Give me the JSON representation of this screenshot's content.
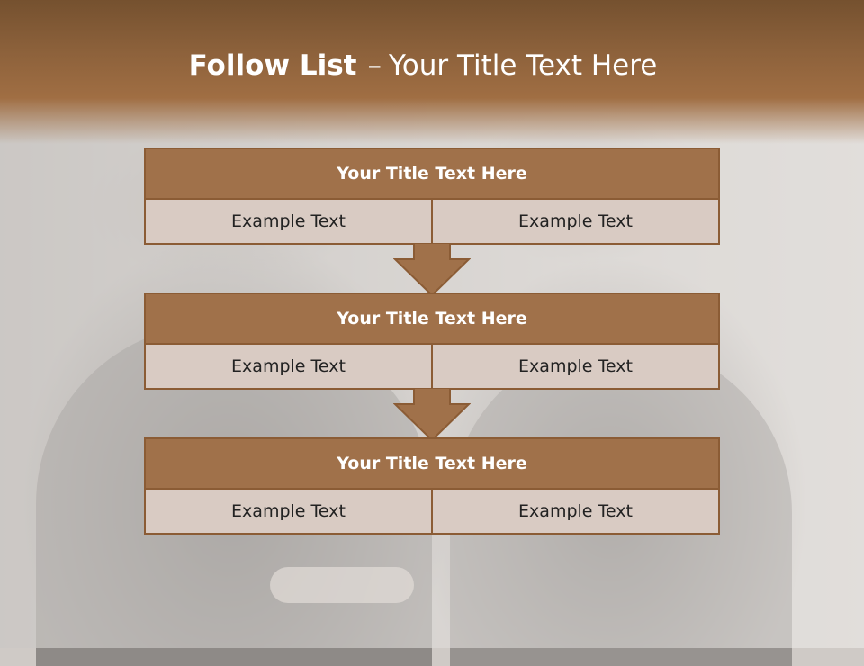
{
  "slide": {
    "title_bold": "Follow List",
    "title_dash": "–",
    "title_rest": "Your Title Text Here"
  },
  "blocks": [
    {
      "title": "Your Title Text Here",
      "left": "Example Text",
      "right": "Example Text"
    },
    {
      "title": "Your Title Text Here",
      "left": "Example Text",
      "right": "Example Text"
    },
    {
      "title": "Your Title Text Here",
      "left": "Example Text",
      "right": "Example Text"
    }
  ],
  "colors": {
    "header_band": "#8c613b",
    "block_title_fill": "#a0714a",
    "block_border": "#8b5c35",
    "cell_fill": "#d9cbc3",
    "arrow_fill": "#a0714a"
  },
  "icons": [
    "down-arrow-icon",
    "down-arrow-icon"
  ]
}
